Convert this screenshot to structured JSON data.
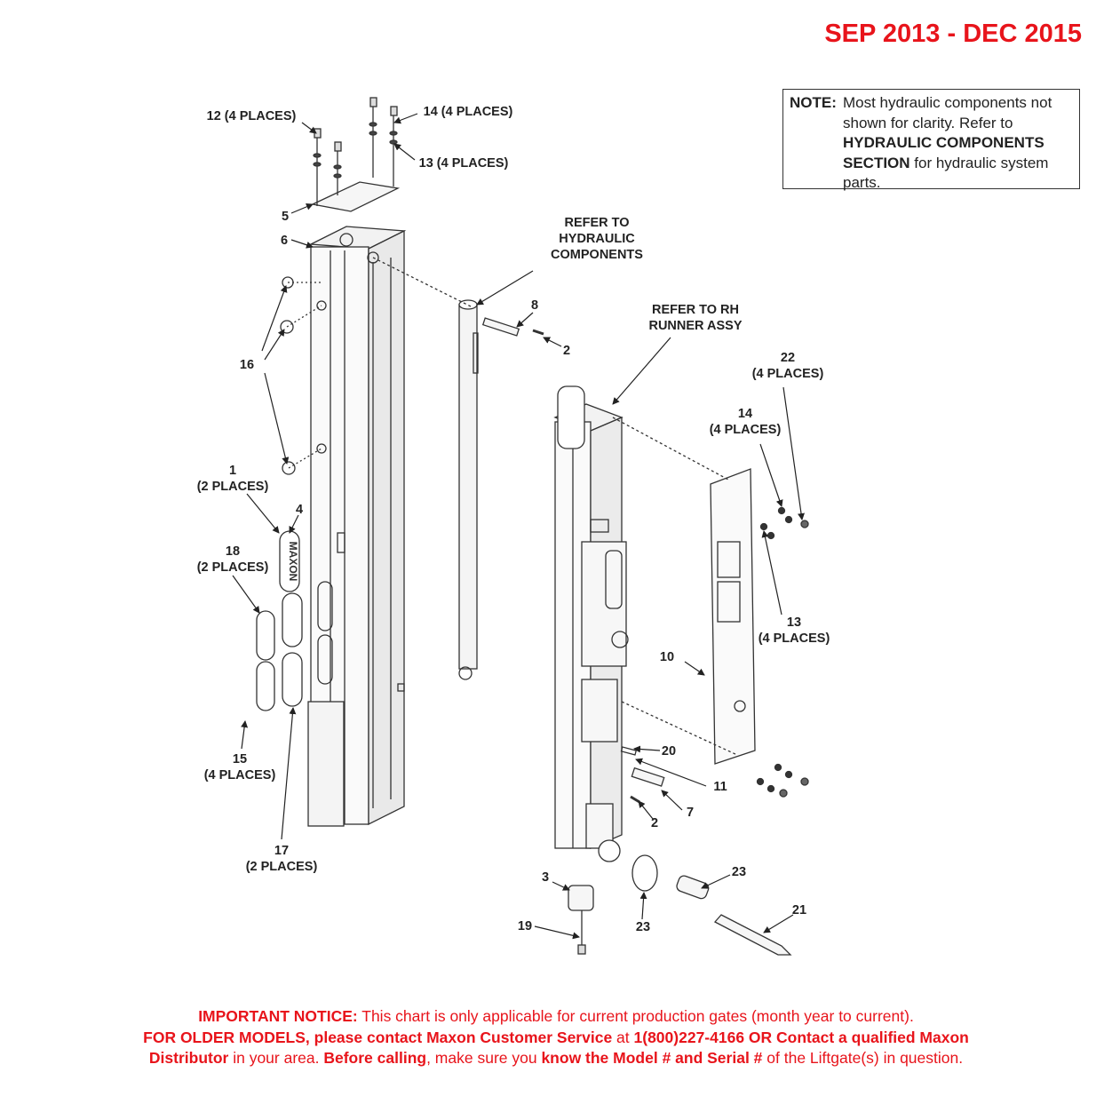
{
  "date_range": "SEP 2013 - DEC 2015",
  "note": {
    "label": "NOTE:",
    "text_1": "Most hydraulic components not shown for clarity. Refer to ",
    "text_bold": "HYDRAULIC COMPONENTS SECTION",
    "text_2": " for hydraulic system parts."
  },
  "callouts": [
    {
      "id": "c12",
      "text": "12 (4 PLACES)"
    },
    {
      "id": "c14a",
      "text": "14 (4 PLACES)"
    },
    {
      "id": "c13a",
      "text": "13 (4 PLACES)"
    },
    {
      "id": "c5",
      "text": "5"
    },
    {
      "id": "c6",
      "text": "6"
    },
    {
      "id": "c16",
      "text": "16"
    },
    {
      "id": "c1",
      "text": "1\n(2 PLACES)"
    },
    {
      "id": "c4",
      "text": "4"
    },
    {
      "id": "c18",
      "text": "18\n(2 PLACES)"
    },
    {
      "id": "c15",
      "text": "15\n(4 PLACES)"
    },
    {
      "id": "c17",
      "text": "17\n(2 PLACES)"
    },
    {
      "id": "cref_hyd",
      "text": "REFER TO\nHYDRAULIC\nCOMPONENTS"
    },
    {
      "id": "c8",
      "text": "8"
    },
    {
      "id": "c2a",
      "text": "2"
    },
    {
      "id": "cref_rh",
      "text": "REFER TO RH\nRUNNER ASSY"
    },
    {
      "id": "c22",
      "text": "22\n(4 PLACES)"
    },
    {
      "id": "c14b",
      "text": "14\n(4 PLACES)"
    },
    {
      "id": "c13b",
      "text": "13\n(4 PLACES)"
    },
    {
      "id": "c10",
      "text": "10"
    },
    {
      "id": "c20",
      "text": "20"
    },
    {
      "id": "c11",
      "text": "11"
    },
    {
      "id": "c7",
      "text": "7"
    },
    {
      "id": "c2b",
      "text": "2"
    },
    {
      "id": "c3",
      "text": "3"
    },
    {
      "id": "c19",
      "text": "19"
    },
    {
      "id": "c23a",
      "text": "23"
    },
    {
      "id": "c23b",
      "text": "23"
    },
    {
      "id": "c21",
      "text": "21"
    }
  ],
  "notice": {
    "l1_bold": "IMPORTANT NOTICE:",
    "l1_text": " This chart is only applicable for current production gates (month year to current).",
    "l2_bold": "FOR OLDER MODELS, please contact Maxon Customer Service",
    "l2_text": " at ",
    "l2_bold2": "1(800)227-4166 OR Contact a qualified Maxon",
    "l3_bold": "Distributor",
    "l3_text": " in your area. ",
    "l3_bold2": "Before calling",
    "l3_text2": ", make sure you ",
    "l3_bold3": "know the Model # and Serial #",
    "l3_text3": " of the Liftgate(s) in question."
  },
  "logo_text": "MAXON",
  "colors": {
    "accent": "#e8141b",
    "line": "#333333"
  }
}
